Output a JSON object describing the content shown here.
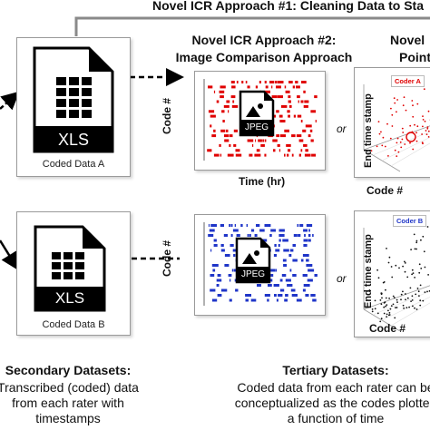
{
  "header": {
    "approach1": "Novel ICR Approach #1: Cleaning Data to Sta",
    "approach2_line1": "Novel ICR Approach #2:",
    "approach2_line2": "Image Comparison Approach",
    "approach3_line1": "Novel",
    "approach3_line2": "Point"
  },
  "files": {
    "a": {
      "badge": "XLS",
      "label": "Coded Data A"
    },
    "b": {
      "badge": "XLS",
      "label": "Coded Data B"
    }
  },
  "jpeg_badge": "JPEG",
  "plots": {
    "y_label": "Code #",
    "x_label": "Time (hr)",
    "or": "or",
    "scatter_a_legend": "Coder A",
    "scatter_b_legend": "Coder B",
    "scatter_z_label": "End time stamp",
    "scatter_x_label": "Code #",
    "colors": {
      "coder_a": "#e00000",
      "coder_b": "#1f35c8"
    }
  },
  "footer": {
    "secondary_title": "Secondary Datasets:",
    "secondary_lines": [
      "Transcribed (coded) data",
      "from each rater with",
      "timestamps"
    ],
    "tertiary_title": "Tertiary Datasets:",
    "tertiary_lines": [
      "Coded data from each rater can be",
      "conceptualized as the codes plotted",
      "a function of time"
    ]
  }
}
